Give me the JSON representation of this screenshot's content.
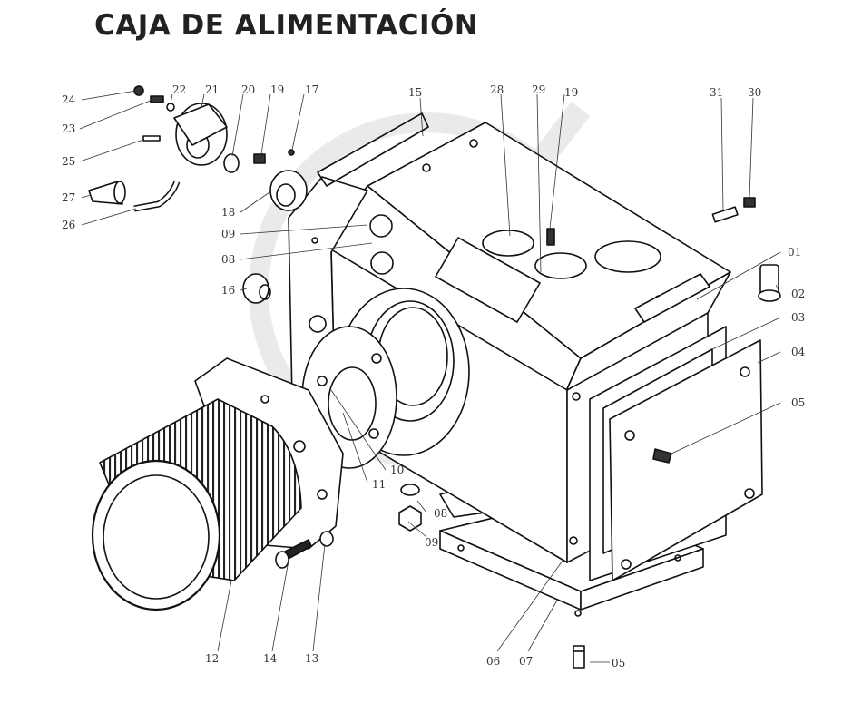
{
  "title": "CAJA DE ALIMENTACIÓN",
  "callouts": {
    "c24": "24",
    "c22": "22",
    "c21": "21",
    "c20": "20",
    "c19a": "19",
    "c17": "17",
    "c15": "15",
    "c28": "28",
    "c29": "29",
    "c19b": "19",
    "c31": "31",
    "c30": "30",
    "c23": "23",
    "c25": "25",
    "c27": "27",
    "c26": "26",
    "c18": "18",
    "c09a": "09",
    "c08a": "08",
    "c16": "16",
    "c01": "01",
    "c02": "02",
    "c03": "03",
    "c04": "04",
    "c05a": "05",
    "c10": "10",
    "c11": "11",
    "c08b": "08",
    "c09b": "09",
    "c12": "12",
    "c14": "14",
    "c13": "13",
    "c06": "06",
    "c07": "07",
    "c05b": "05"
  }
}
